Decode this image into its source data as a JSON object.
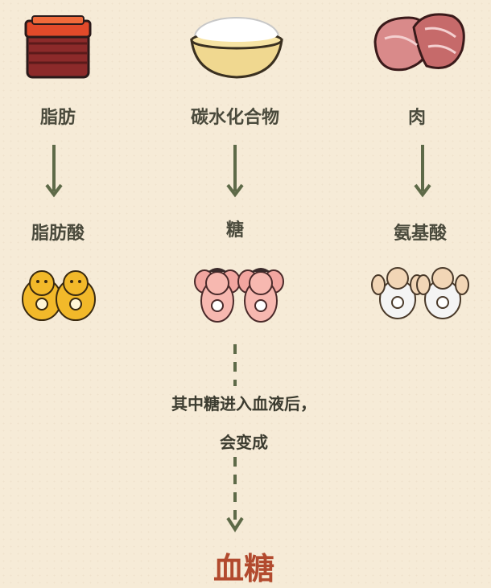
{
  "columns": [
    {
      "source": "脂肪",
      "product": "脂肪酸",
      "source_icon": "fat-block-icon",
      "product_icon": "yellow-pig-pair-icon"
    },
    {
      "source": "碳水化合物",
      "product": "糖",
      "source_icon": "rice-bowl-icon",
      "product_icon": "pink-elephant-pair-icon"
    },
    {
      "source": "肉",
      "product": "氨基酸",
      "source_icon": "meat-icon",
      "product_icon": "muscle-man-pair-icon"
    }
  ],
  "note": {
    "line1": "其中糖进入血液后，",
    "line2": "会变成"
  },
  "result": "血糖",
  "colors": {
    "arrow": "#5e6a48",
    "result": "#b24a2e",
    "background": "#f6ebd7"
  }
}
